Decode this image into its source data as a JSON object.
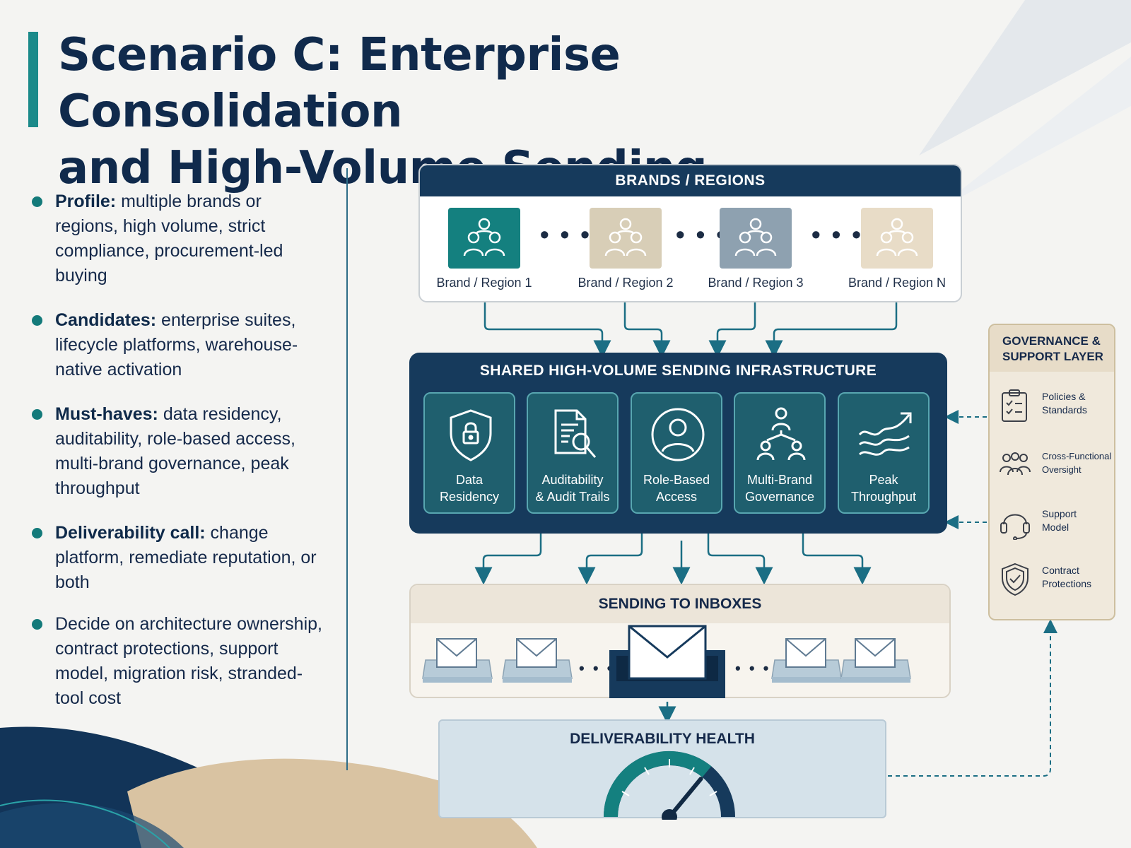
{
  "title": {
    "line1": "Scenario C: Enterprise Consolidation",
    "line2": "and High-Volume Sending"
  },
  "bullets": [
    {
      "lead": "Profile:",
      "text": " multiple brands or regions, high volume, strict compliance, procurement-led buying"
    },
    {
      "lead": "Candidates:",
      "text": " enterprise suites, lifecycle platforms, warehouse-native activation"
    },
    {
      "lead": "Must-haves:",
      "text": " data residency, auditability, role-based access, multi-brand governance, peak throughput"
    },
    {
      "lead": "Deliverability call:",
      "text": " change platform, remediate reputation, or both"
    },
    {
      "lead": "",
      "text": "Decide on architecture ownership, contract protections, support model, migration risk, stranded-tool cost"
    }
  ],
  "brands": {
    "header": "BRANDS / REGIONS",
    "items": [
      {
        "label": "Brand / Region 1",
        "color": "#14807f"
      },
      {
        "label": "Brand / Region 2",
        "color": "#d8ceb7"
      },
      {
        "label": "Brand / Region 3",
        "color": "#8ea1b0"
      },
      {
        "label": "Brand / Region N",
        "color": "#e8dcc7"
      }
    ],
    "ellipsis": "• • •"
  },
  "infrastructure": {
    "header": "SHARED HIGH-VOLUME SENDING INFRASTRUCTURE",
    "capabilities": [
      {
        "line1": "Data",
        "line2": "Residency",
        "icon": "shield-lock-icon"
      },
      {
        "line1": "Auditability",
        "line2": "& Audit Trails",
        "icon": "document-search-icon"
      },
      {
        "line1": "Role-Based",
        "line2": "Access",
        "icon": "user-circle-icon"
      },
      {
        "line1": "Multi-Brand",
        "line2": "Governance",
        "icon": "org-hierarchy-icon"
      },
      {
        "line1": "Peak",
        "line2": "Throughput",
        "icon": "trend-up-icon"
      }
    ]
  },
  "governance": {
    "header_line1": "GOVERNANCE &",
    "header_line2": "SUPPORT LAYER",
    "items": [
      {
        "line1": "Policies &",
        "line2": "Standards",
        "icon": "clipboard-check-icon"
      },
      {
        "line1": "Cross-Functional",
        "line2": "Oversight",
        "icon": "team-icon"
      },
      {
        "line1": "Support",
        "line2": "Model",
        "icon": "headset-icon"
      },
      {
        "line1": "Contract",
        "line2": "Protections",
        "icon": "shield-check-icon"
      }
    ]
  },
  "sending": {
    "header": "SENDING TO INBOXES",
    "ellipsis": "• • •"
  },
  "health": {
    "header": "DELIVERABILITY HEALTH",
    "gauge_level": 0.72
  },
  "colors": {
    "navy": "#163a5c",
    "teal": "#14807f",
    "sand": "#d8ceb7",
    "slate": "#8ea1b0"
  }
}
